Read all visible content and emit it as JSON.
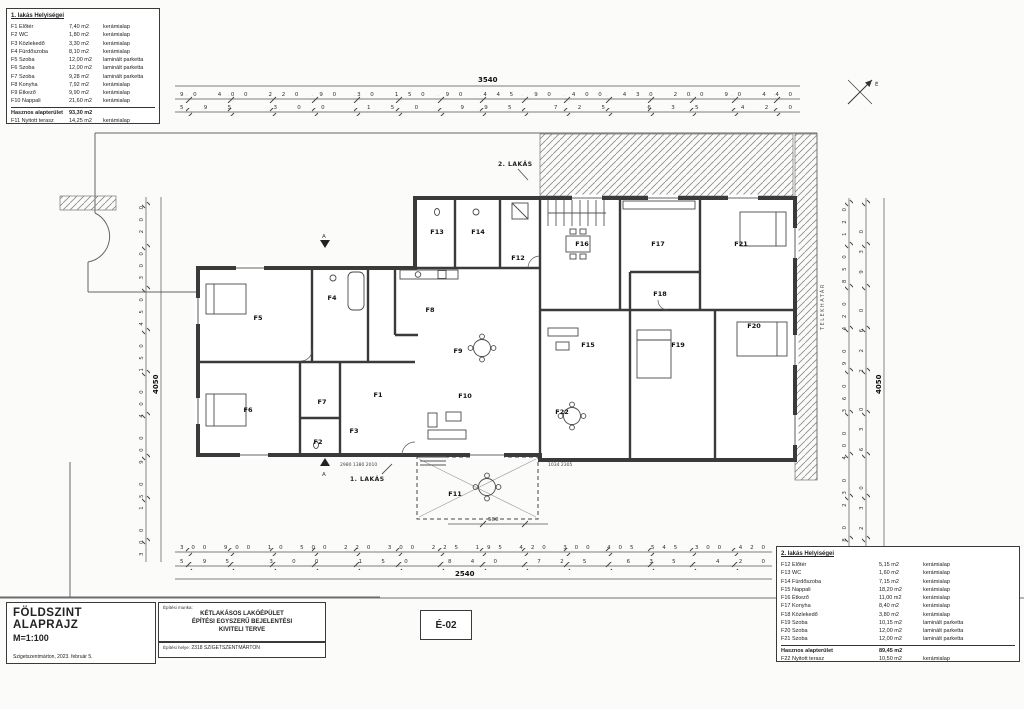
{
  "legend1": {
    "title": "1. lakás Helyiségei",
    "rows": [
      {
        "label": "F1 Előtér",
        "area": "7,40 m2",
        "finish": "kerámialap"
      },
      {
        "label": "F2 WC",
        "area": "1,80 m2",
        "finish": "kerámialap"
      },
      {
        "label": "F3 Közlekedő",
        "area": "3,30 m2",
        "finish": "kerámialap"
      },
      {
        "label": "F4 Fürdőszoba",
        "area": "8,10 m2",
        "finish": "kerámialap"
      },
      {
        "label": "F5 Szoba",
        "area": "12,00 m2",
        "finish": "laminált parketta"
      },
      {
        "label": "F6 Szoba",
        "area": "12,00 m2",
        "finish": "laminált parketta"
      },
      {
        "label": "F7 Szoba",
        "area": "9,28 m2",
        "finish": "laminált parketta"
      },
      {
        "label": "F8 Konyha",
        "area": "7,92 m2",
        "finish": "kerámialap"
      },
      {
        "label": "F9 Étkező",
        "area": "9,90 m2",
        "finish": "kerámialap"
      },
      {
        "label": "F10 Nappali",
        "area": "21,60 m2",
        "finish": "kerámialap"
      }
    ],
    "total_label": "Hasznos alapterület",
    "total_area": "93,30 m2",
    "extra": {
      "label": "F11 Nyitott terasz",
      "area": "14,25 m2",
      "finish": "kerámialap"
    }
  },
  "legend2": {
    "title": "2. lakás Helyiségei",
    "rows": [
      {
        "label": "F12 Előtér",
        "area": "5,15 m2",
        "finish": "kerámialap"
      },
      {
        "label": "F13 WC",
        "area": "1,60 m2",
        "finish": "kerámialap"
      },
      {
        "label": "F14 Fürdőszoba",
        "area": "7,15 m2",
        "finish": "kerámialap"
      },
      {
        "label": "F15 Nappali",
        "area": "18,20 m2",
        "finish": "kerámialap"
      },
      {
        "label": "F16 Étkező",
        "area": "11,00 m2",
        "finish": "kerámialap"
      },
      {
        "label": "F17 Konyha",
        "area": "8,40 m2",
        "finish": "kerámialap"
      },
      {
        "label": "F18 Közlekedő",
        "area": "3,80 m2",
        "finish": "kerámialap"
      },
      {
        "label": "F19 Szoba",
        "area": "10,15 m2",
        "finish": "laminált parketta"
      },
      {
        "label": "F20 Szoba",
        "area": "12,00 m2",
        "finish": "laminált parketta"
      },
      {
        "label": "F21 Szoba",
        "area": "12,00 m2",
        "finish": "laminált parketta"
      }
    ],
    "total_label": "Hasznos alapterület",
    "total_area": "89,45 m2",
    "extra": {
      "label": "F22 Nyitott terasz",
      "area": "10,50 m2",
      "finish": "kerámialap"
    }
  },
  "titleblock": {
    "title": "FÖLDSZINT ALAPRAJZ",
    "scale": "M=1:100",
    "footer": "Szigetszentmárton, 2023. február 5.",
    "work_label": "Építési munka:",
    "work_line1": "KÉTLAKÁSOS LAKÓÉPÜLET",
    "work_line2": "ÉPÍTÉSI EGYSZERŰ BEJELENTÉSI",
    "work_line3": "KIVITELI TERVE",
    "site_label": "Építési helye:",
    "site_value": "2318 SZIGETSZENTMÁRTON",
    "sheet_no": "É-02"
  },
  "plan": {
    "north_label": "É",
    "apartment1_label": "1. LAKÁS",
    "apartment2_label": "2. LAKÁS",
    "section_marker": "A",
    "boundary_label": "TELEKHATÁR",
    "rooms": [
      {
        "label": "F1"
      },
      {
        "label": "F2"
      },
      {
        "label": "F3"
      },
      {
        "label": "F4"
      },
      {
        "label": "F5"
      },
      {
        "label": "F6"
      },
      {
        "label": "F7"
      },
      {
        "label": "F8"
      },
      {
        "label": "F9"
      },
      {
        "label": "F10"
      },
      {
        "label": "F11"
      },
      {
        "label": "F12"
      },
      {
        "label": "F13"
      },
      {
        "label": "F14"
      },
      {
        "label": "F15"
      },
      {
        "label": "F16"
      },
      {
        "label": "F17"
      },
      {
        "label": "F18"
      },
      {
        "label": "F19"
      },
      {
        "label": "F20"
      },
      {
        "label": "F21"
      },
      {
        "label": "F22"
      }
    ],
    "dims": {
      "top_total": "3540",
      "top_chain1": "90 400 220 90 30 150 90 445 90 400 430 200 90 440",
      "top_chain2": "595 300 150 995 725 635 420",
      "left_chain1": "300 150 900 400 150 450 300 200",
      "left_total": "4050",
      "right_chain1": "480 230 400 360 90 420 850 120",
      "right_chain2": "230 630 2260 930",
      "right_total": "4050",
      "bottom_chain1": "300 900 10 500 220 300 225 195 420 300 405 545 300 420",
      "bottom_chain2": "595 300 150 840 725 635 420",
      "bottom_total": "2540",
      "terrace_width": "500",
      "interior1": "2980 1380 2010",
      "interior2": "1034 2305"
    }
  }
}
